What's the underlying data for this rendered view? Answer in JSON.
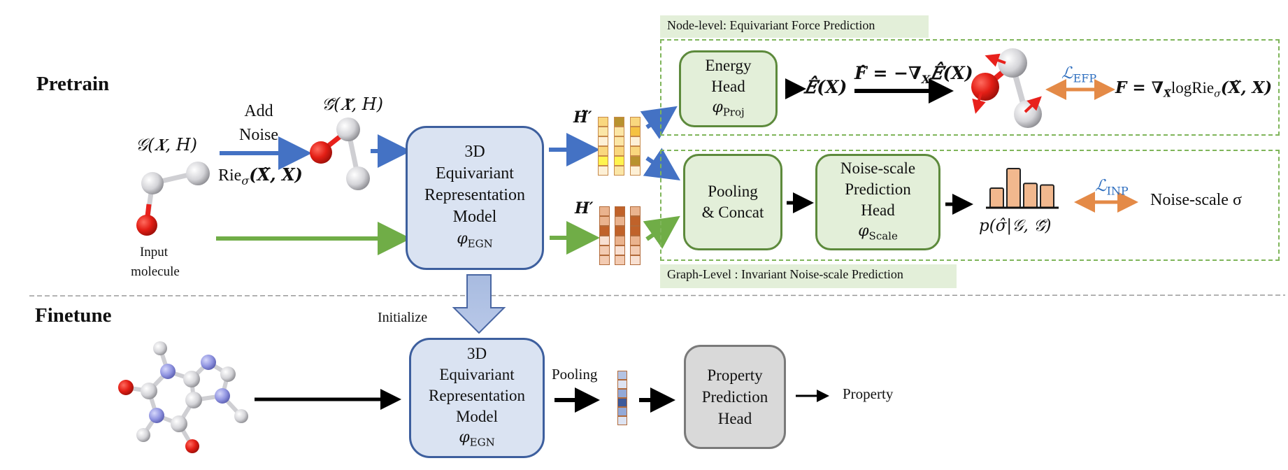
{
  "sections": {
    "pretrain": "Pretrain",
    "finetune": "Finetune"
  },
  "pretrain": {
    "input_graph_label": "𝒢(𝑿, 𝐻)",
    "input_caption_line1": "Input",
    "input_caption_line2": "molecule",
    "add_noise_line1": "Add",
    "add_noise_line2": "Noise",
    "noise_dist_label": "Rie",
    "noise_dist_sub": "σ",
    "noise_dist_args": "(𝑿̃, 𝑿)",
    "noisy_graph_label": "𝒢̃(𝑿̃, 𝐻)",
    "model": {
      "lines": [
        "3D",
        "Equivariant",
        "Representation",
        "Model"
      ],
      "phi": "φ",
      "phi_sub": "EGN"
    },
    "h_tilde_label": "𝑯̃′",
    "h_label": "𝑯′",
    "node_level": {
      "title": "Node-level: Equivariant Force Prediction",
      "energy_head_lines": [
        "Energy",
        "Head"
      ],
      "energy_head_phi": "φ",
      "energy_head_phi_sub": "Proj",
      "energy_output": "𝐸̂(𝑿)",
      "force_formula": "𝑭̂ = −∇",
      "force_formula_sub": "𝑿",
      "force_formula_tail": "𝐸̂(𝑿)",
      "loss": "ℒ",
      "loss_sub": "EFP",
      "target_formula_head": "𝑭 = ∇",
      "target_formula_sub": "𝑿̃",
      "target_formula_mid": "logRie",
      "target_formula_sub2": "σ",
      "target_formula_tail": "(𝑿̃, 𝑿)"
    },
    "graph_level": {
      "title": "Graph-Level : Invariant Noise-scale Prediction",
      "pooling_lines": [
        "Pooling",
        "& Concat"
      ],
      "scale_head_lines": [
        "Noise-scale",
        "Prediction",
        "Head"
      ],
      "scale_head_phi": "φ",
      "scale_head_phi_sub": "Scale",
      "distribution_label": "𝑝(σ̂|𝒢, 𝒢̃)",
      "histogram_values": [
        0.5,
        1.0,
        0.62,
        0.58
      ],
      "loss": "ℒ",
      "loss_sub": "INP",
      "target": "Noise-scale σ"
    },
    "feature_colors_tilde": [
      [
        "#f9d77e",
        "#fbe6a6",
        "#fdf0d6",
        "#f9d77e",
        "#fff44f",
        "#fdf0d6"
      ],
      [
        "#b8922f",
        "#fbe6a6",
        "#fbe6a6",
        "#f9d77e",
        "#fff44f",
        "#fbe6a6"
      ],
      [
        "#f9d77e",
        "#f5c242",
        "#fdf0d6",
        "#f9d77e",
        "#b8922f",
        "#fdf0d6"
      ]
    ],
    "feature_colors_h": [
      [
        "#eab38e",
        "#eab38e",
        "#c0622a",
        "#f8e0d2",
        "#f3cbb2",
        "#f3cbb2"
      ],
      [
        "#c0622a",
        "#eab38e",
        "#c0622a",
        "#eab38e",
        "#f8e0d2",
        "#f3cbb2"
      ],
      [
        "#eab38e",
        "#c0622a",
        "#c0622a",
        "#eab38e",
        "#f3cbb2",
        "#f8e0d2"
      ]
    ]
  },
  "finetune": {
    "initialize_label": "Initialize",
    "model": {
      "lines": [
        "3D",
        "Equivariant",
        "Representation",
        "Model"
      ],
      "phi": "φ",
      "phi_sub": "EGN"
    },
    "pooling_label": "Pooling",
    "pooled_colors": [
      "#b4c3e3",
      "#dde3f2",
      "#93a9d8",
      "#3d5a9b",
      "#93a9d8",
      "#dde3f2"
    ],
    "property_head_lines": [
      "Property",
      "Prediction",
      "Head"
    ],
    "output_label": "Property"
  },
  "colors": {
    "blue_arrow": "#4472c4",
    "green_arrow": "#70ad47",
    "orange_arrow": "#e48a47",
    "loss_blue": "#2f6fbf",
    "model_fill": "#dae3f2",
    "model_border": "#3d5f9e",
    "head_fill": "#e3efd9",
    "head_border": "#5d8a3c",
    "histogram_fill": "#f1b88e",
    "oxygen": "#e8211c",
    "nitrogen": "#8f93e0",
    "hydrogen": "#d9d9dc"
  }
}
